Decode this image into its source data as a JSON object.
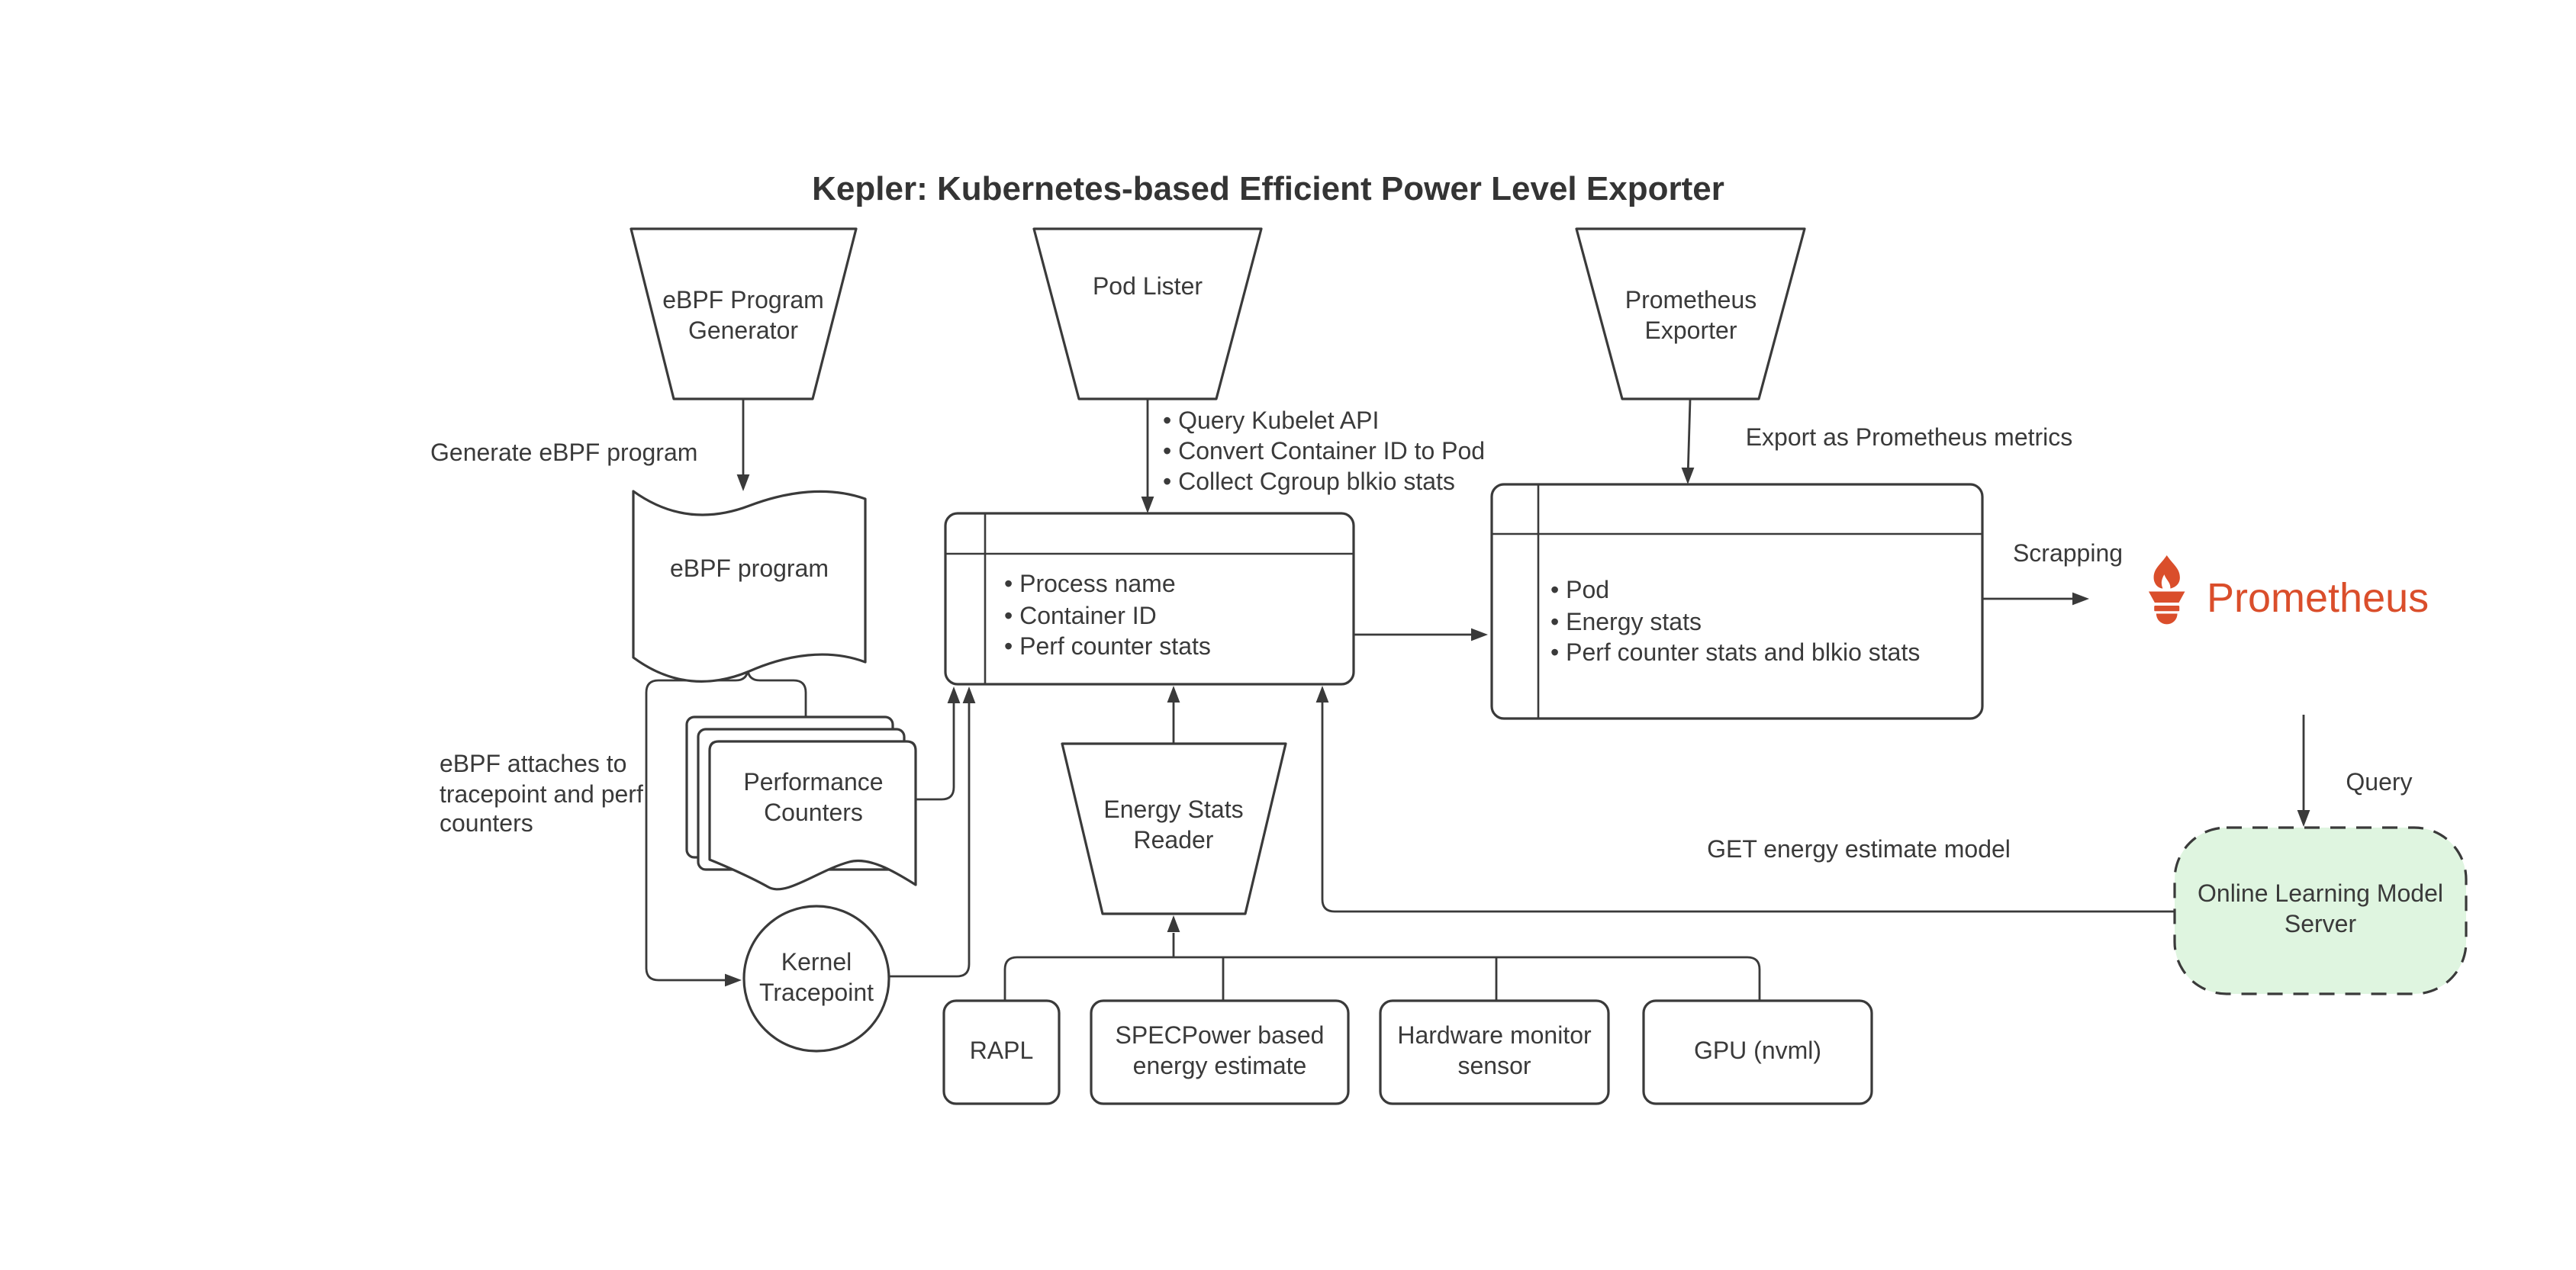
{
  "title": "Kepler: Kubernetes-based Efficient Power Level Exporter",
  "colors": {
    "stroke": "#3A3A3A",
    "text": "#3A3A3A",
    "prometheus_orange": "#DA4E2B",
    "server_fill": "#DFF5E0"
  },
  "nodes": {
    "ebpf_program_generator": "eBPF Program Generator",
    "pod_lister": "Pod Lister",
    "prometheus_exporter": "Prometheus Exporter",
    "ebpf_program": "eBPF program",
    "performance_counters": "Performance Counters",
    "kernel_tracepoint": "Kernel Tracepoint",
    "energy_stats_reader": "Energy Stats Reader",
    "rapl": "RAPL",
    "specpower": "SPECPower based energy estimate",
    "hardware_monitor": "Hardware monitor sensor",
    "gpu": "GPU (nvml)",
    "online_learning_model_server": "Online Learning Model Server"
  },
  "process_table_items": [
    "• Process name",
    "• Container ID",
    "• Perf counter stats"
  ],
  "pod_table_items": [
    "• Pod",
    "• Energy stats",
    "• Perf counter stats and blkio stats"
  ],
  "annotations": {
    "generate_ebpf_program": "Generate eBPF program",
    "pod_lister_notes": [
      "• Query Kubelet API",
      "• Convert Container ID to Pod",
      "• Collect Cgroup blkio stats"
    ],
    "export_prometheus_metrics": "Export as Prometheus metrics",
    "scrapping": "Scrapping",
    "query": "Query",
    "get_energy_estimate_model": "GET energy estimate model",
    "ebpf_attaches": "eBPF attaches to tracepoint and perf counters"
  },
  "prometheus_wordmark": "Prometheus"
}
